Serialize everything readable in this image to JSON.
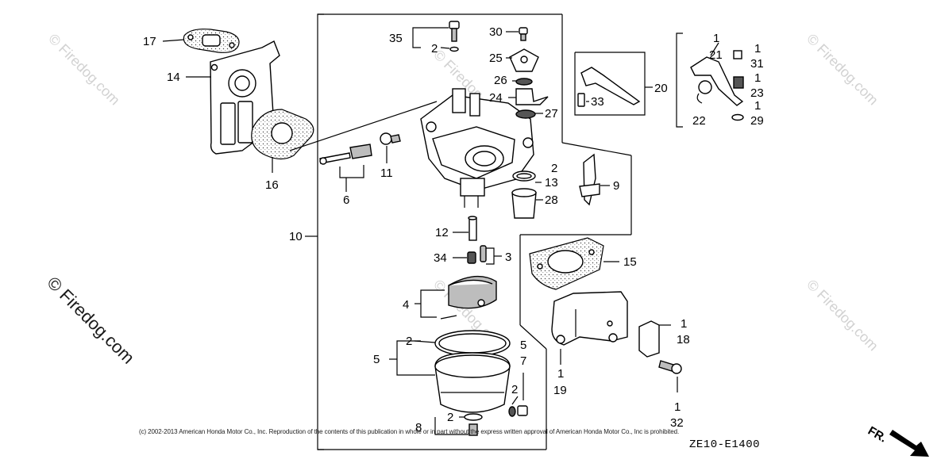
{
  "watermark": {
    "text": "© Firedog.com"
  },
  "callouts": {
    "c17": "17",
    "c14": "14",
    "c16": "16",
    "c6": "6",
    "c11": "11",
    "c10": "10",
    "c35": "35",
    "c35_2": "2",
    "c30": "30",
    "c25": "25",
    "c26": "26",
    "c24": "24",
    "c27": "27",
    "c13_qty": "2",
    "c13": "13",
    "c28": "28",
    "c12": "12",
    "c34": "34",
    "c3": "3",
    "c4": "4",
    "c5_qty": "2",
    "c5": "5",
    "c7_qty": "5",
    "c7": "7",
    "c7_inner": "2",
    "c8": "8",
    "c8_qty": "2",
    "c9": "9",
    "c20": "20",
    "c33": "33",
    "c21_qty": "1",
    "c21": "21",
    "c31_qty": "1",
    "c31": "31",
    "c23_qty": "1",
    "c23": "23",
    "c29_qty": "1",
    "c29": "29",
    "c22": "22",
    "c15": "15",
    "c18_qty": "1",
    "c18": "18",
    "c19_qty": "1",
    "c19": "19",
    "c32_qty": "1",
    "c32": "32"
  },
  "copyright": "(c) 2002-2013 American Honda Motor Co., Inc. Reproduction of the contents of this publication in whole or in part without the express written approval of American Honda Motor Co., Inc is prohibited.",
  "diagram_code": "ZE10-E1400",
  "direction_marker": {
    "label": "FR."
  }
}
